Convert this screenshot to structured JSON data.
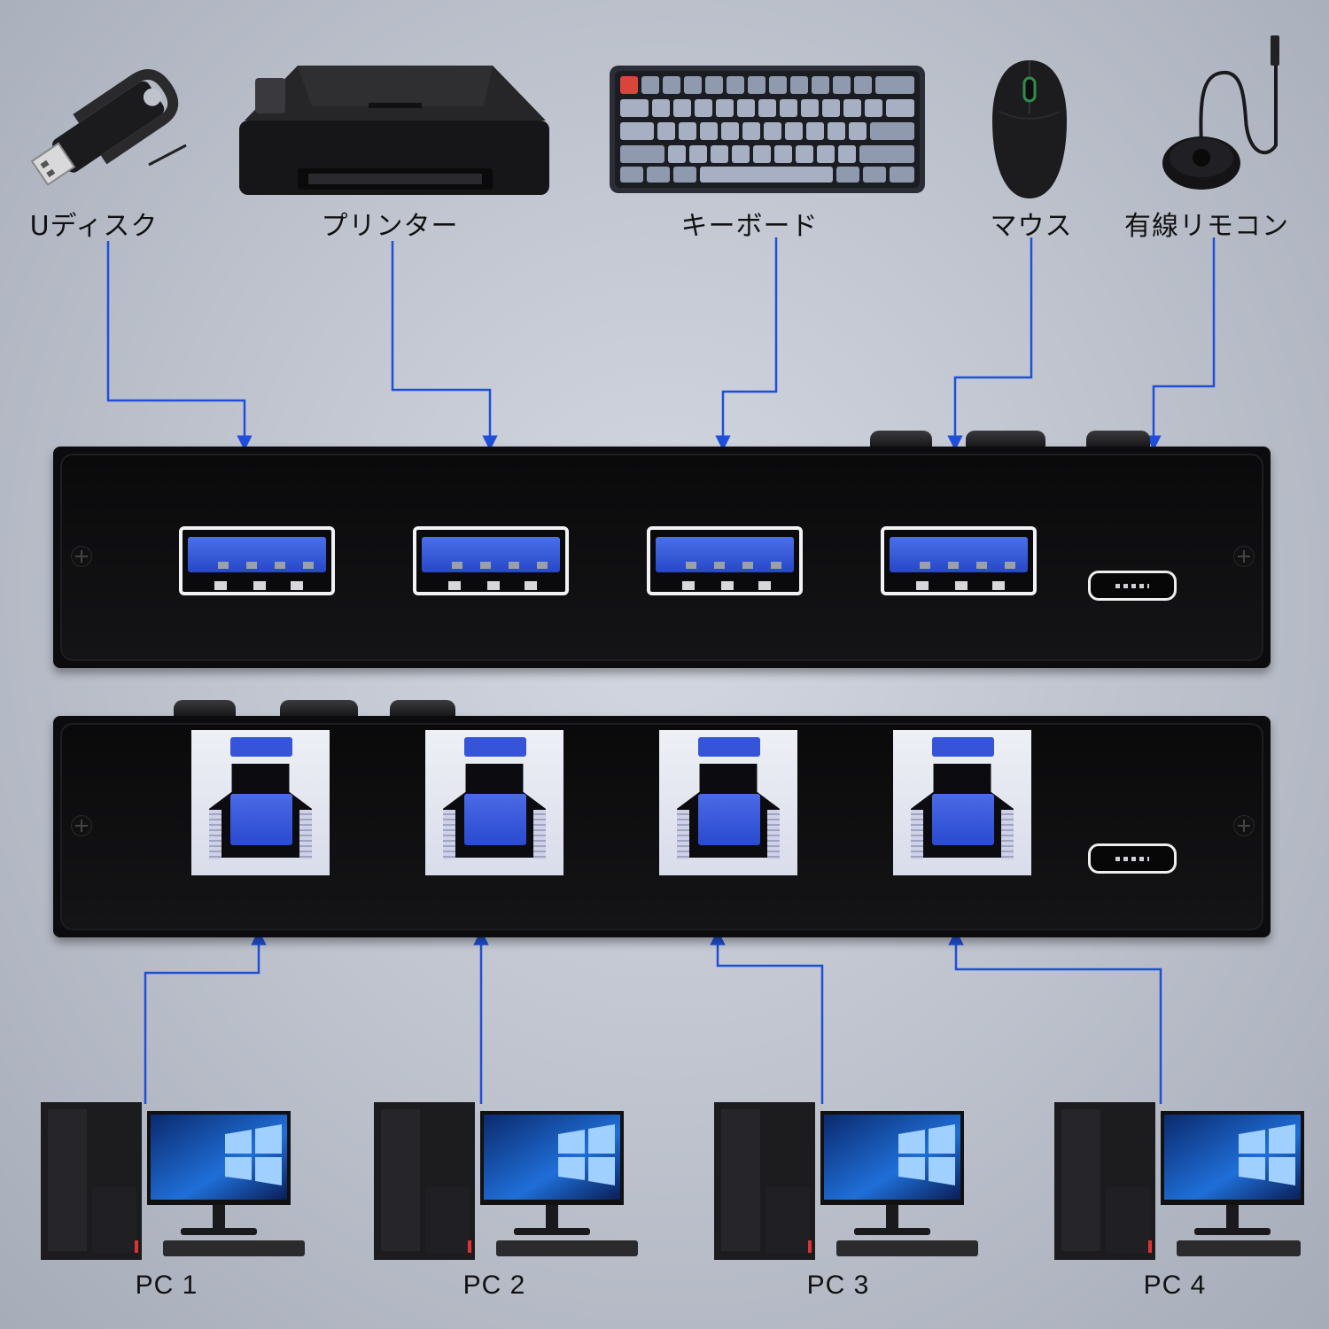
{
  "devices": {
    "usb_disk": "Uディスク",
    "printer": "プリンター",
    "keyboard": "キーボード",
    "mouse": "マウス",
    "remote": "有線リモコン"
  },
  "pcs": {
    "pc1": "PC 1",
    "pc2": "PC 2",
    "pc3": "PC 3",
    "pc4": "PC 4"
  },
  "colors": {
    "wire": "#1f4fd8",
    "usb_blue": "#2f55d4",
    "panel": "#0c0c0e"
  },
  "icons": {
    "usb_disk": "usb-flash-drive-icon",
    "printer": "printer-icon",
    "keyboard": "keyboard-icon",
    "mouse": "mouse-icon",
    "remote": "wired-remote-icon",
    "pc": "desktop-computer-icon"
  }
}
